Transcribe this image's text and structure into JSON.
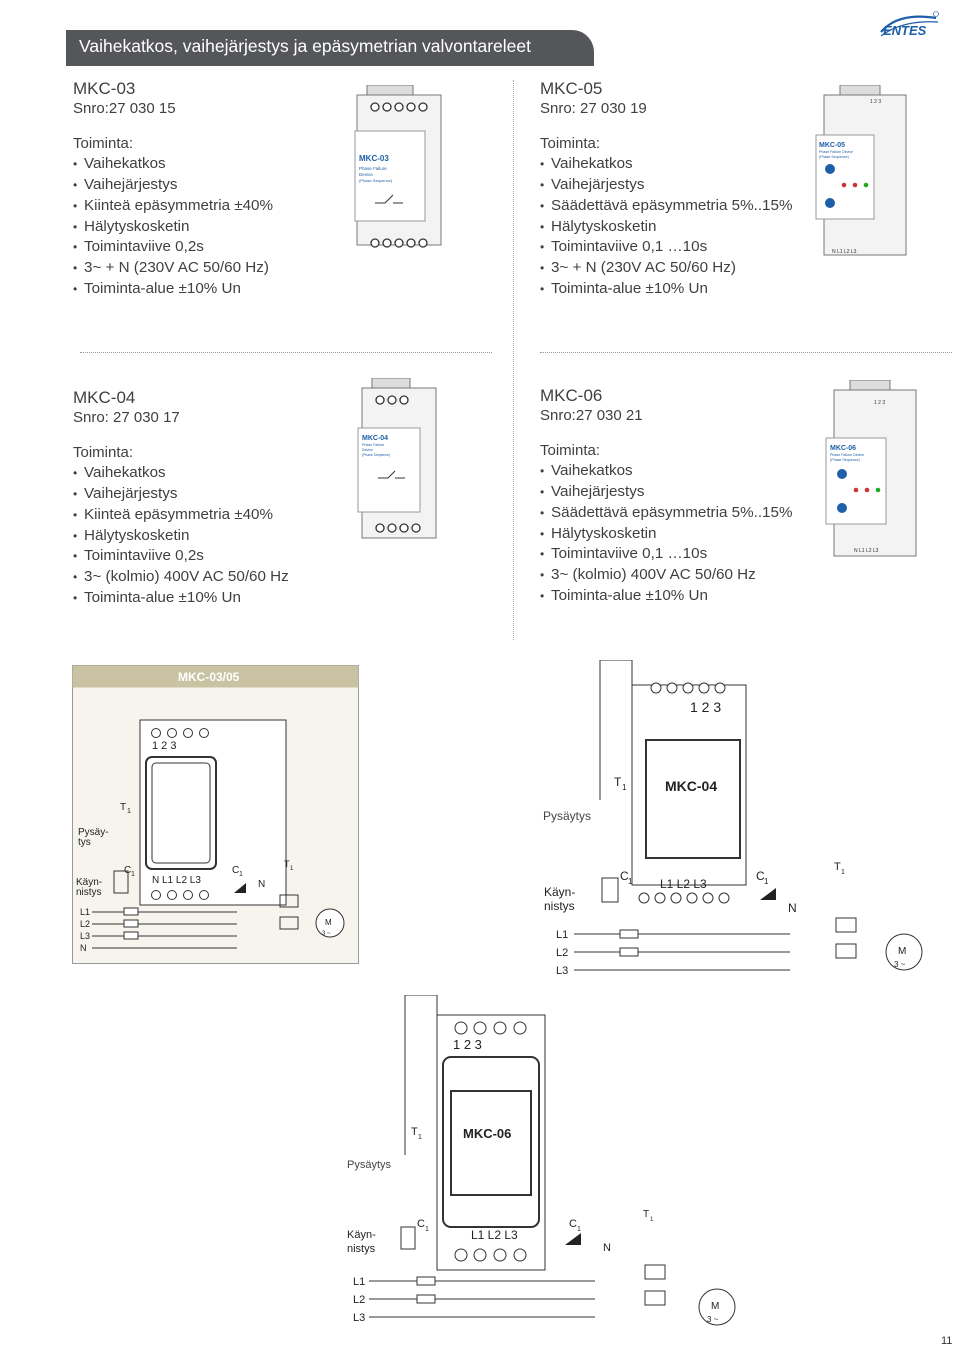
{
  "header": {
    "title": "Vaihekatkos, vaihejärjestys ja epäsymetrian valvontareleet"
  },
  "logo": {
    "text": "ENTES",
    "color": "#1e5fa8"
  },
  "products": [
    {
      "model": "MKC-03",
      "snro": "Snro:27 030 15",
      "function_label": "Toiminta:",
      "features": [
        "Vaihekatkos",
        "Vaihejärjestys",
        "Kiinteä epäsymmetria ±40%",
        "Hälytyskosketin",
        "Toimintaviive 0,2s",
        "3~ + N  (230V AC 50/60 Hz)",
        "Toiminta-alue  ±10% Un"
      ]
    },
    {
      "model": "MKC-05",
      "snro": "Snro: 27 030 19",
      "function_label": "Toiminta:",
      "features": [
        "Vaihekatkos",
        "Vaihejärjestys",
        "Säädettävä epäsymmetria  5%..15%",
        "Hälytyskosketin",
        "Toimintaviive 0,1 …10s",
        "3~ + N  (230V AC 50/60 Hz)",
        "Toiminta-alue  ±10% Un"
      ]
    },
    {
      "model": "MKC-04",
      "snro": "Snro: 27 030 17",
      "function_label": "Toiminta:",
      "features": [
        "Vaihekatkos",
        "Vaihejärjestys",
        "Kiinteä epäsymmetria ±40%",
        "Hälytyskosketin",
        "Toimintaviive 0,2s",
        "3~ (kolmio) 400V AC 50/60 Hz",
        "Toiminta-alue  ±10% Un"
      ]
    },
    {
      "model": "MKC-06",
      "snro": "Snro:27 030 21",
      "function_label": "Toiminta:",
      "features": [
        "Vaihekatkos",
        "Vaihejärjestys",
        "Säädettävä epäsymmetria  5%..15%",
        "Hälytyskosketin",
        "Toimintaviive 0,1 …10s",
        "3~ (kolmio) 400V AC 50/60 Hz",
        "Toiminta-alue  ±10% Un"
      ]
    }
  ],
  "devices": {
    "mkc03": {
      "label": "MKC-03",
      "sub1": "Phase Failure",
      "sub2": "Device",
      "sub3": "(Phase Sequence)"
    },
    "mkc05": {
      "label": "MKC-05",
      "sub1": "Phase Failure Device",
      "sub2": "(Phase Sequence)"
    },
    "mkc04": {
      "label": "MKC-04",
      "sub1": "Phase Failure",
      "sub2": "Device",
      "sub3": "(Phase Sequence)"
    },
    "mkc06": {
      "label": "MKC-06",
      "sub1": "Phase Failure Device",
      "sub2": "(Phase Sequence)"
    },
    "terminals_top": "1  2  3",
    "terminals_bottom": "N   L1    L2    L3"
  },
  "diagrams": {
    "d1": {
      "title": "MKC-03/05",
      "terminals": "1   2   3",
      "t1": "T",
      "t1_sub": "1",
      "stop": "Pysäy-",
      "stop2": "tys",
      "start": "Käyn-",
      "start2": "nistys",
      "c1": "C",
      "c1_sub": "1",
      "nl": "N  L1 L2 L3",
      "c1b": "C",
      "c1b_sub": "1",
      "n": "N",
      "t1b": "T",
      "t1b_sub": "1",
      "l1": "L1",
      "l2": "L2",
      "l3": "L3",
      "nline": "N",
      "motor": "M",
      "motor2": "3 ~"
    },
    "d2": {
      "title": "MKC-04",
      "terminals": "1  2  3",
      "t1": "T",
      "t1_sub": "1",
      "stop": "Pysäytys",
      "start": "Käyn-",
      "start2": "nistys",
      "c1": "C",
      "c1_sub": "1",
      "lines": "L1   L2   L3",
      "c1b": "C",
      "c1b_sub": "1",
      "n": "N",
      "t1b": "T",
      "t1b_sub": "1",
      "l1": "L1",
      "l2": "L2",
      "l3": "L3",
      "motor": "M",
      "motor2": "3 ~"
    },
    "d3": {
      "title": "MKC-06",
      "terminals": "1   2   3",
      "t1": "T",
      "t1_sub": "1",
      "stop": "Pysäytys",
      "start": "Käyn-",
      "start2": "nistys",
      "c1": "C",
      "c1_sub": "1",
      "lines": "L1 L2 L3",
      "c1b": "C",
      "c1b_sub": "1",
      "n": "N",
      "t1b": "T",
      "t1b_sub": "1",
      "l1": "L1",
      "l2": "L2",
      "l3": "L3",
      "motor": "M",
      "motor2": "3 ~"
    }
  },
  "page_number": "11"
}
